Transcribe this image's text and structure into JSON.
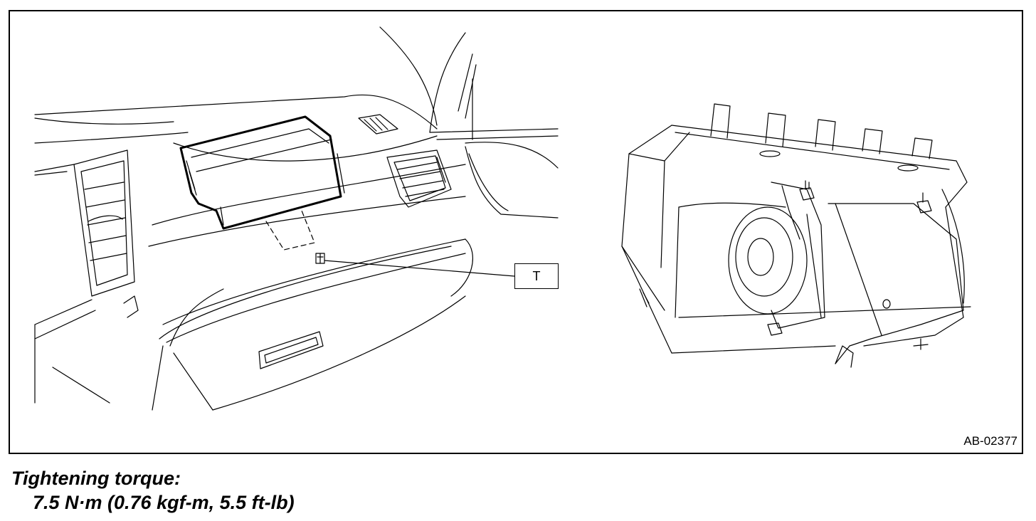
{
  "figure": {
    "id_label": "AB-02377",
    "callout_label": "T"
  },
  "caption": {
    "label": "Tightening torque:",
    "value": "7.5 N·m (0.76 kgf-m, 5.5 ft-lb)"
  }
}
